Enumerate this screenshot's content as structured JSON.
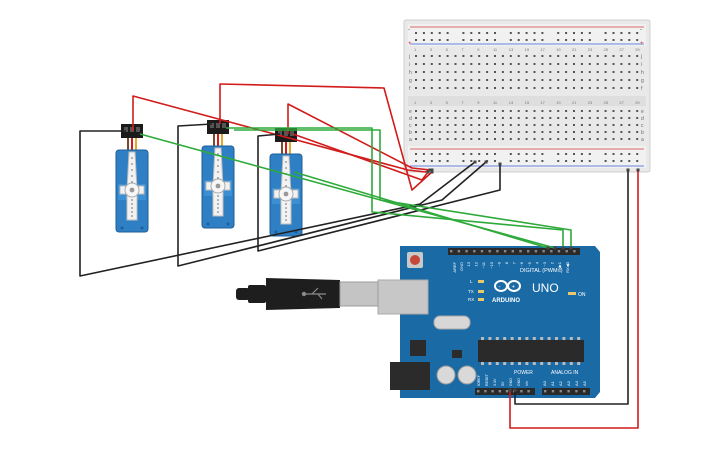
{
  "arduino": {
    "brand": "ARDUINO",
    "model": "UNO",
    "digital_label": "DIGITAL (PWM~)",
    "power_label": "POWER",
    "analog_label": "ANALOG IN",
    "on_label": "ON",
    "l_label": "L",
    "tx_label": "TX",
    "rx_label": "RX",
    "aref_label": "AREF",
    "gnd_label": "GND",
    "digital_pins": [
      "13",
      "12",
      "~11",
      "~10",
      "~9",
      "8",
      "7",
      "~6",
      "~5",
      "4",
      "~3",
      "2",
      "TX▶1",
      "RX◀0"
    ],
    "power_pins": [
      "IOREF",
      "RESET",
      "3.3V",
      "5V",
      "GND",
      "GND",
      "Vin"
    ],
    "analog_pins": [
      "A0",
      "A1",
      "A2",
      "A3",
      "A4",
      "A5"
    ]
  },
  "breadboard": {
    "row_letters_top": [
      "j",
      "i",
      "h",
      "g",
      "f"
    ],
    "row_letters_bottom": [
      "e",
      "d",
      "c",
      "b",
      "a"
    ],
    "column_numbers": [
      "1",
      "3",
      "5",
      "7",
      "9",
      "11",
      "13",
      "15",
      "17",
      "19",
      "21",
      "23",
      "25",
      "27",
      "29"
    ]
  },
  "colors": {
    "wire_red": "#d21c1c",
    "wire_black": "#222222",
    "wire_green": "#2eaa3a",
    "board_blue": "#1a6aa6",
    "servo_blue": "#2f7fc4"
  },
  "icons": [
    "usb-cable-icon",
    "arduino-logo-icon",
    "servo-motor-icon"
  ]
}
